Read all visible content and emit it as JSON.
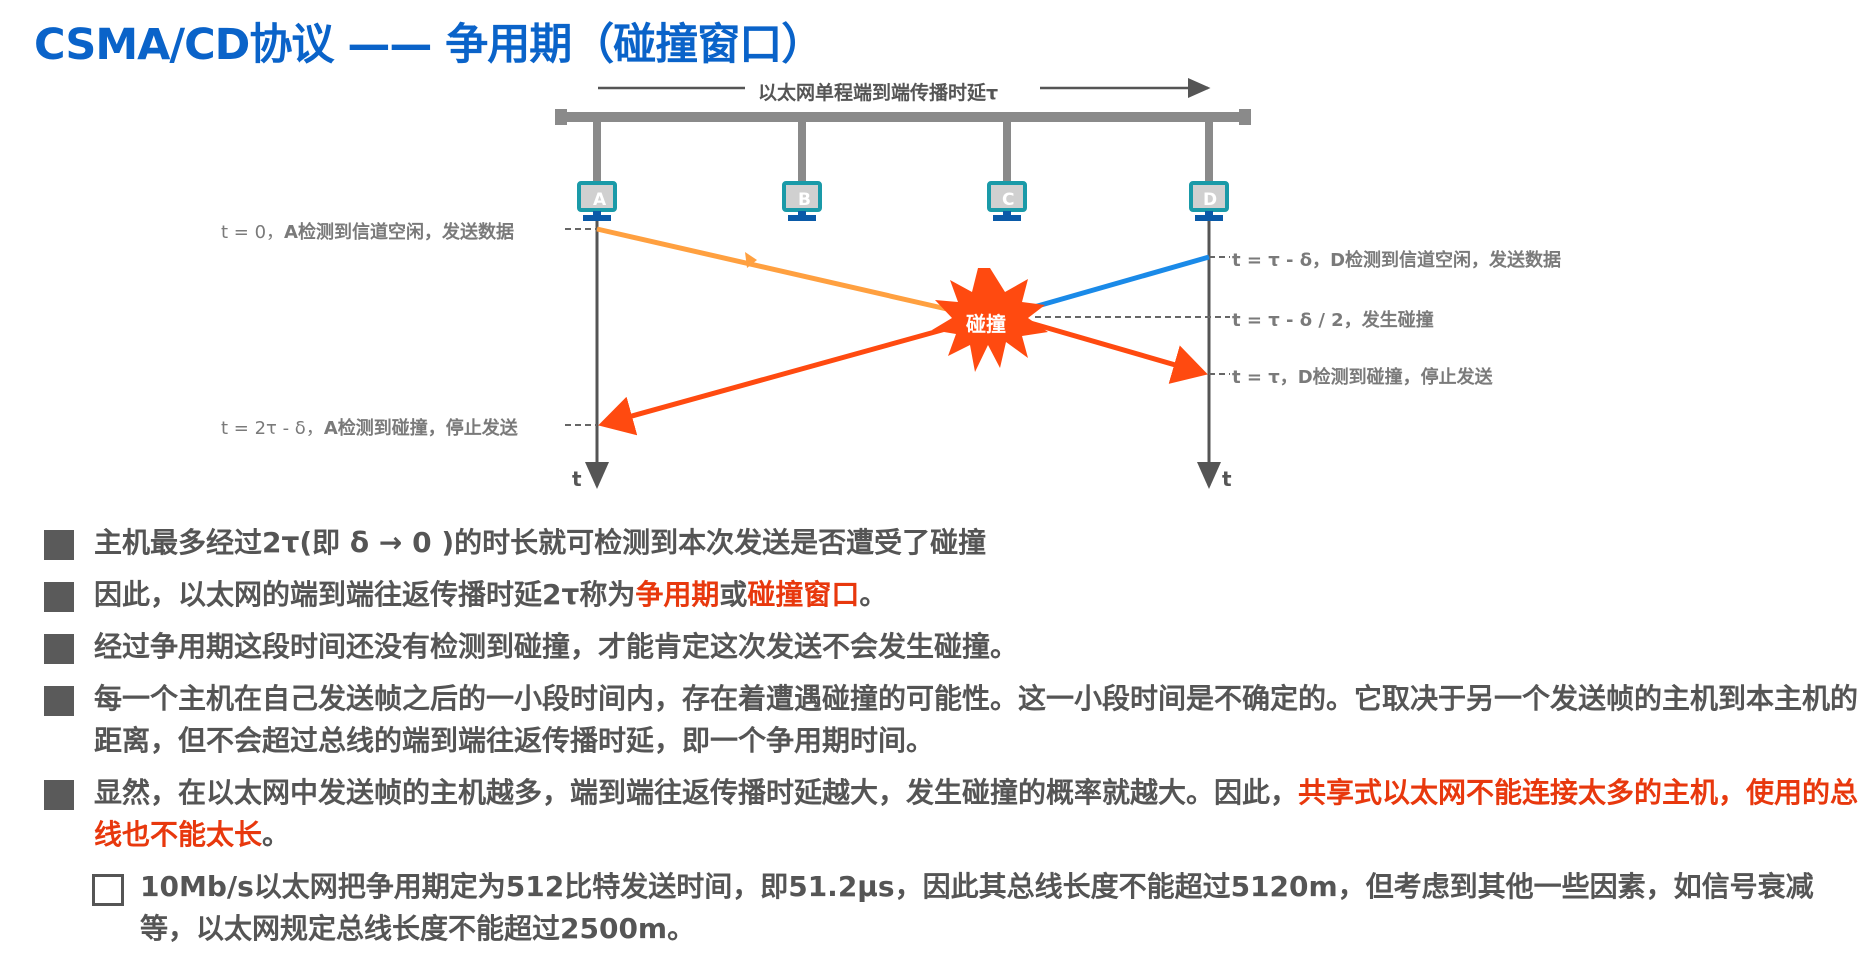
{
  "title": "CSMA/CD协议 —— 争用期（碰撞窗口）",
  "diagram": {
    "propagation_label": "以太网单程端到端传播时延τ",
    "hosts": [
      "A",
      "B",
      "C",
      "D"
    ],
    "collision_label": "碰撞",
    "time_axis_label": "t",
    "events_left": [
      {
        "pre": "t = 0，",
        "text": "A检测到信道空闲，发送数据"
      },
      {
        "pre": "t = 2τ - δ，",
        "text": "A检测到碰撞，停止发送"
      }
    ],
    "events_right": [
      {
        "pre": "t = τ - δ，",
        "text": "D检测到信道空闲，发送数据"
      },
      {
        "pre": "t = τ - δ / 2，",
        "text": "发生碰撞"
      },
      {
        "pre": "t = τ，",
        "text": "D检测到碰撞，停止发送"
      }
    ],
    "colors": {
      "bus": "#8a8a8a",
      "host_frame": "#1a9aa8",
      "host_stand": "#0a5aa8",
      "signal_a": "#ffa040",
      "signal_d": "#1a8ae8",
      "collision": "#ff4a10"
    }
  },
  "bullets": [
    {
      "parts": [
        {
          "text": "主机最多经过2τ(即 δ → 0 )的时长就可检测到本次发送是否遭受了碰撞",
          "highlight": false
        }
      ]
    },
    {
      "parts": [
        {
          "text": "因此，以太网的端到端往返传播时延2τ称为",
          "highlight": false
        },
        {
          "text": "争用期",
          "highlight": true
        },
        {
          "text": "或",
          "highlight": false
        },
        {
          "text": "碰撞窗口",
          "highlight": true
        },
        {
          "text": "。",
          "highlight": false
        }
      ]
    },
    {
      "parts": [
        {
          "text": "经过争用期这段时间还没有检测到碰撞，才能肯定这次发送不会发生碰撞。",
          "highlight": false
        }
      ]
    },
    {
      "parts": [
        {
          "text": "每一个主机在自己发送帧之后的一小段时间内，存在着遭遇碰撞的可能性。这一小段时间是不确定的。它取决于另一个发送帧的主机到本主机的距离，但不会超过总线的端到端往返传播时延，即一个争用期时间。",
          "highlight": false
        }
      ]
    },
    {
      "parts": [
        {
          "text": "显然，在以太网中发送帧的主机越多，端到端往返传播时延越大，发生碰撞的概率就越大。因此，",
          "highlight": false
        },
        {
          "text": "共享式以太网不能连接太多的主机，使用的总线也不能太长",
          "highlight": true
        },
        {
          "text": "。",
          "highlight": false
        }
      ]
    }
  ],
  "sub_bullet": "10Mb/s以太网把争用期定为512比特发送时间，即51.2μs，因此其总线长度不能超过5120m，但考虑到其他一些因素，如信号衰减等，以太网规定总线长度不能超过2500m。",
  "highlight_color": "#e8380d"
}
